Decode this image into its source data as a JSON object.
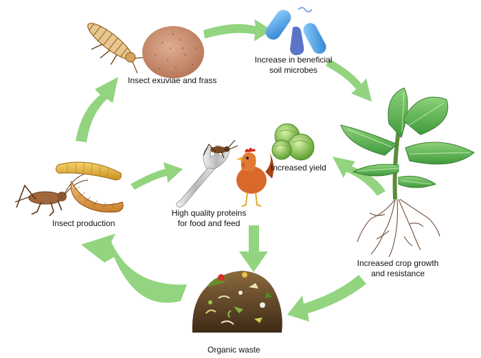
{
  "colors": {
    "arrow": "#92d47f",
    "background": "#ffffff",
    "text": "#111111"
  },
  "nodes": {
    "frass": {
      "label": "Insect exuviae and frass",
      "icon": "insect-frass-icon"
    },
    "microbes": {
      "line1": "Increase in beneficial",
      "line2": "soil microbes",
      "icon": "soil-microbes-icon"
    },
    "growth": {
      "line1": "Increased crop growth",
      "line2": "and resistance",
      "icon": "crop-plant-icon"
    },
    "yield": {
      "label": "Increased yield",
      "icon": "brussels-sprouts-icon"
    },
    "proteins": {
      "line1": "High quality proteins",
      "line2": "for food and feed",
      "icon": "fork-chicken-icon"
    },
    "insects": {
      "label": "Insect production",
      "icon": "insect-larvae-icon"
    },
    "waste": {
      "label": "Organic waste",
      "icon": "compost-pile-icon"
    }
  }
}
